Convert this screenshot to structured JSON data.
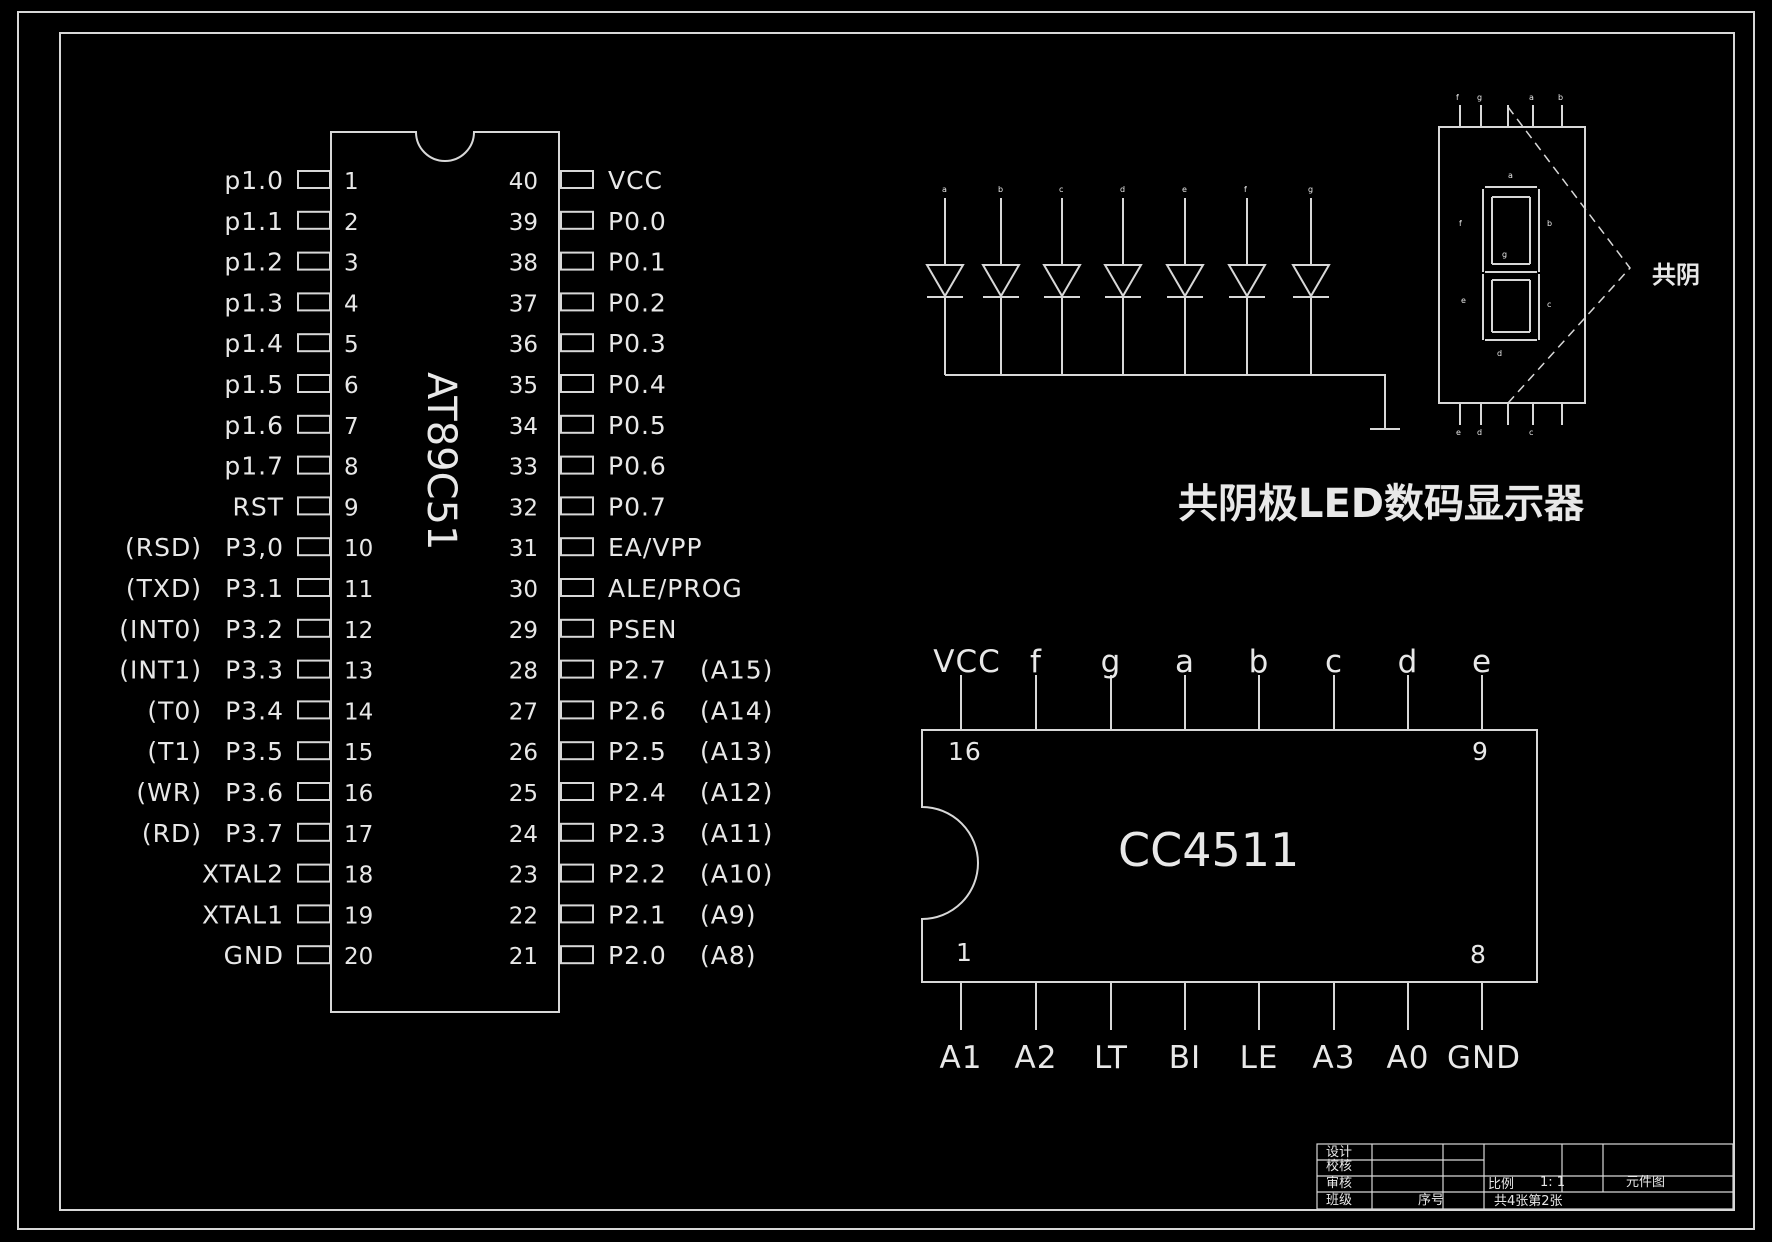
{
  "mcu": {
    "name": "AT89C51",
    "left_pins": [
      {
        "num": "1",
        "name": "p1.0",
        "alt": ""
      },
      {
        "num": "2",
        "name": "p1.1",
        "alt": ""
      },
      {
        "num": "3",
        "name": "p1.2",
        "alt": ""
      },
      {
        "num": "4",
        "name": "p1.3",
        "alt": ""
      },
      {
        "num": "5",
        "name": "p1.4",
        "alt": ""
      },
      {
        "num": "6",
        "name": "p1.5",
        "alt": ""
      },
      {
        "num": "7",
        "name": "p1.6",
        "alt": ""
      },
      {
        "num": "8",
        "name": "p1.7",
        "alt": ""
      },
      {
        "num": "9",
        "name": "RST",
        "alt": ""
      },
      {
        "num": "10",
        "name": "P3,0",
        "alt": "(RSD)"
      },
      {
        "num": "11",
        "name": "P3.1",
        "alt": "(TXD)"
      },
      {
        "num": "12",
        "name": "P3.2",
        "alt": "(INT0)"
      },
      {
        "num": "13",
        "name": "P3.3",
        "alt": "(INT1)"
      },
      {
        "num": "14",
        "name": "P3.4",
        "alt": "(T0)"
      },
      {
        "num": "15",
        "name": "P3.5",
        "alt": "(T1)"
      },
      {
        "num": "16",
        "name": "P3.6",
        "alt": "(WR)"
      },
      {
        "num": "17",
        "name": "P3.7",
        "alt": "(RD)"
      },
      {
        "num": "18",
        "name": "XTAL2",
        "alt": ""
      },
      {
        "num": "19",
        "name": "XTAL1",
        "alt": ""
      },
      {
        "num": "20",
        "name": "GND",
        "alt": ""
      }
    ],
    "right_pins": [
      {
        "num": "40",
        "name": "VCC",
        "alt": ""
      },
      {
        "num": "39",
        "name": "P0.0",
        "alt": ""
      },
      {
        "num": "38",
        "name": "P0.1",
        "alt": ""
      },
      {
        "num": "37",
        "name": "P0.2",
        "alt": ""
      },
      {
        "num": "36",
        "name": "P0.3",
        "alt": ""
      },
      {
        "num": "35",
        "name": "P0.4",
        "alt": ""
      },
      {
        "num": "34",
        "name": "P0.5",
        "alt": ""
      },
      {
        "num": "33",
        "name": "P0.6",
        "alt": ""
      },
      {
        "num": "32",
        "name": "P0.7",
        "alt": ""
      },
      {
        "num": "31",
        "name": "EA/VPP",
        "alt": ""
      },
      {
        "num": "30",
        "name": "ALE/PROG",
        "alt": ""
      },
      {
        "num": "29",
        "name": "PSEN",
        "alt": ""
      },
      {
        "num": "28",
        "name": "P2.7",
        "alt": "(A15)"
      },
      {
        "num": "27",
        "name": "P2.6",
        "alt": "(A14)"
      },
      {
        "num": "26",
        "name": "P2.5",
        "alt": "(A13)"
      },
      {
        "num": "25",
        "name": "P2.4",
        "alt": "(A12)"
      },
      {
        "num": "24",
        "name": "P2.3",
        "alt": "(A11)"
      },
      {
        "num": "23",
        "name": "P2.2",
        "alt": "(A10)"
      },
      {
        "num": "22",
        "name": "P2.1",
        "alt": "(A9)"
      },
      {
        "num": "21",
        "name": "P2.0",
        "alt": "(A8)"
      }
    ]
  },
  "decoder": {
    "name": "CC4511",
    "pin16": "16",
    "pin9": "9",
    "pin1": "1",
    "pin8": "8",
    "top_pins": [
      "VCC",
      "f",
      "g",
      "a",
      "b",
      "c",
      "d",
      "e"
    ],
    "bottom_pins": [
      "A1",
      "A2",
      "LT",
      "BI",
      "LE",
      "A3",
      "A0",
      "GND"
    ]
  },
  "led_circuit": {
    "diode_labels": [
      "a",
      "b",
      "c",
      "d",
      "e",
      "f",
      "g"
    ]
  },
  "seven_seg": {
    "top_pins": [
      "f",
      "g",
      "",
      "a",
      "b"
    ],
    "bottom_pins": [
      "e",
      "d",
      "",
      "c",
      ""
    ],
    "segments": {
      "a": "a",
      "b": "b",
      "c": "c",
      "d": "d",
      "e": "e",
      "f": "f",
      "g": "g"
    },
    "common_label": "共阴"
  },
  "caption": "共阴极LED数码显示器",
  "title_block": {
    "design": "设计",
    "check": "校核",
    "review": "审核",
    "class": "班级",
    "seq": "序号",
    "scale_label": "比例",
    "scale_value": "1: 1",
    "drawing_name": "元件图",
    "sheet_info": "共4张第2张"
  }
}
